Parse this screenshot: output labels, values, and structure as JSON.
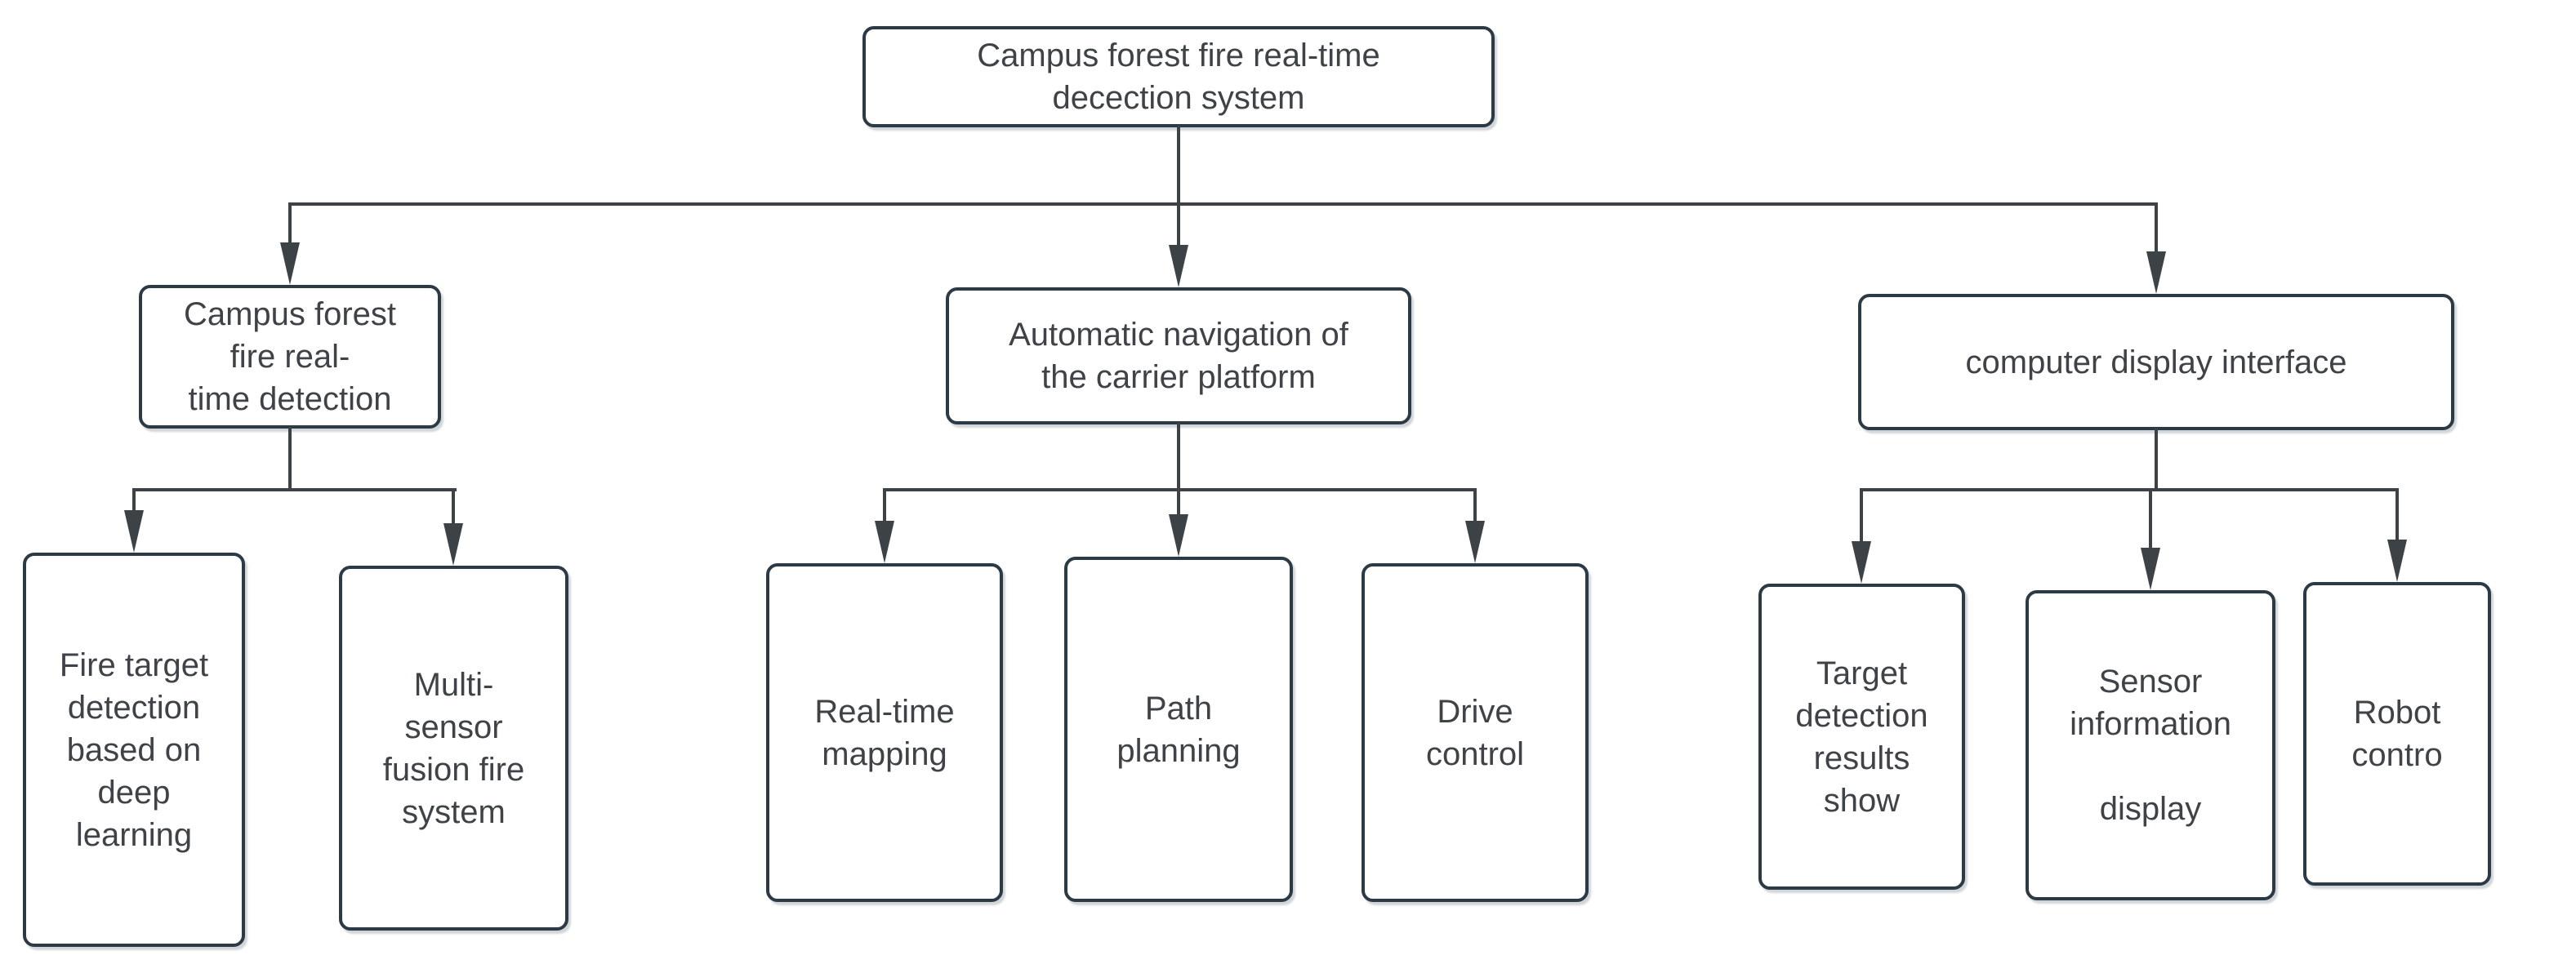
{
  "diagram": {
    "background": "#ffffff",
    "colors": {
      "box_border": "#2c3a45",
      "box_fill": "#ffffff",
      "connector": "#3c4246",
      "text": "#3f4347"
    },
    "nodes": {
      "root": "Campus forest fire real-time\ndecection system",
      "detection_branch": "Campus forest\nfire real-\ntime detection",
      "navigation_branch": "Automatic navigation of\nthe carrier platform",
      "display_branch": "computer display interface",
      "fire_target_leaf": "Fire target\ndetection\nbased on\ndeep\nlearning",
      "multi_sensor_leaf": "Multi-\nsensor\nfusion fire\nsystem",
      "realtime_mapping_leaf": "Real-time\nmapping",
      "path_planning_leaf": "Path\nplanning",
      "drive_control_leaf": "Drive\ncontrol",
      "target_results_leaf": "Target\ndetection\nresults\nshow",
      "sensor_info_leaf": "Sensor\ninformation\n\ndisplay",
      "robot_control_leaf": "Robot\ncontro"
    }
  }
}
